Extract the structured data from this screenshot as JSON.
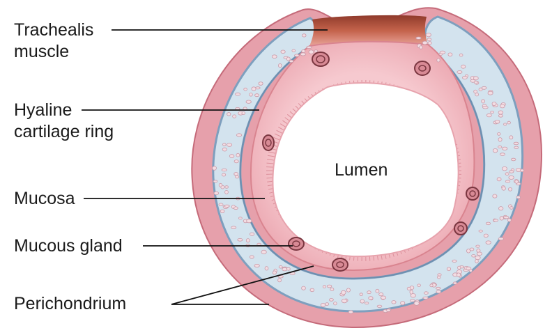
{
  "diagram": {
    "labels": {
      "trachealis_line1": "Trachealis",
      "trachealis_line2": "muscle",
      "hyaline_line1": "Hyaline",
      "hyaline_line2": "cartilage ring",
      "mucosa": "Mucosa",
      "mucous_gland": "Mucous gland",
      "perichondrium": "Perichondrium",
      "lumen": "Lumen"
    },
    "colors": {
      "adventitia": "#e7a3ad",
      "adventitia_edge": "#c96f7e",
      "cartilage": "#cfe0ec",
      "cartilage_edge": "#7d9fbf",
      "mucosa": "#efb2bb",
      "mucosa_edge": "#d9848f",
      "trachealis": "#b9543e",
      "gland": "#8a3f48",
      "lumen": "#ffffff",
      "leader_line": "#111111"
    }
  }
}
